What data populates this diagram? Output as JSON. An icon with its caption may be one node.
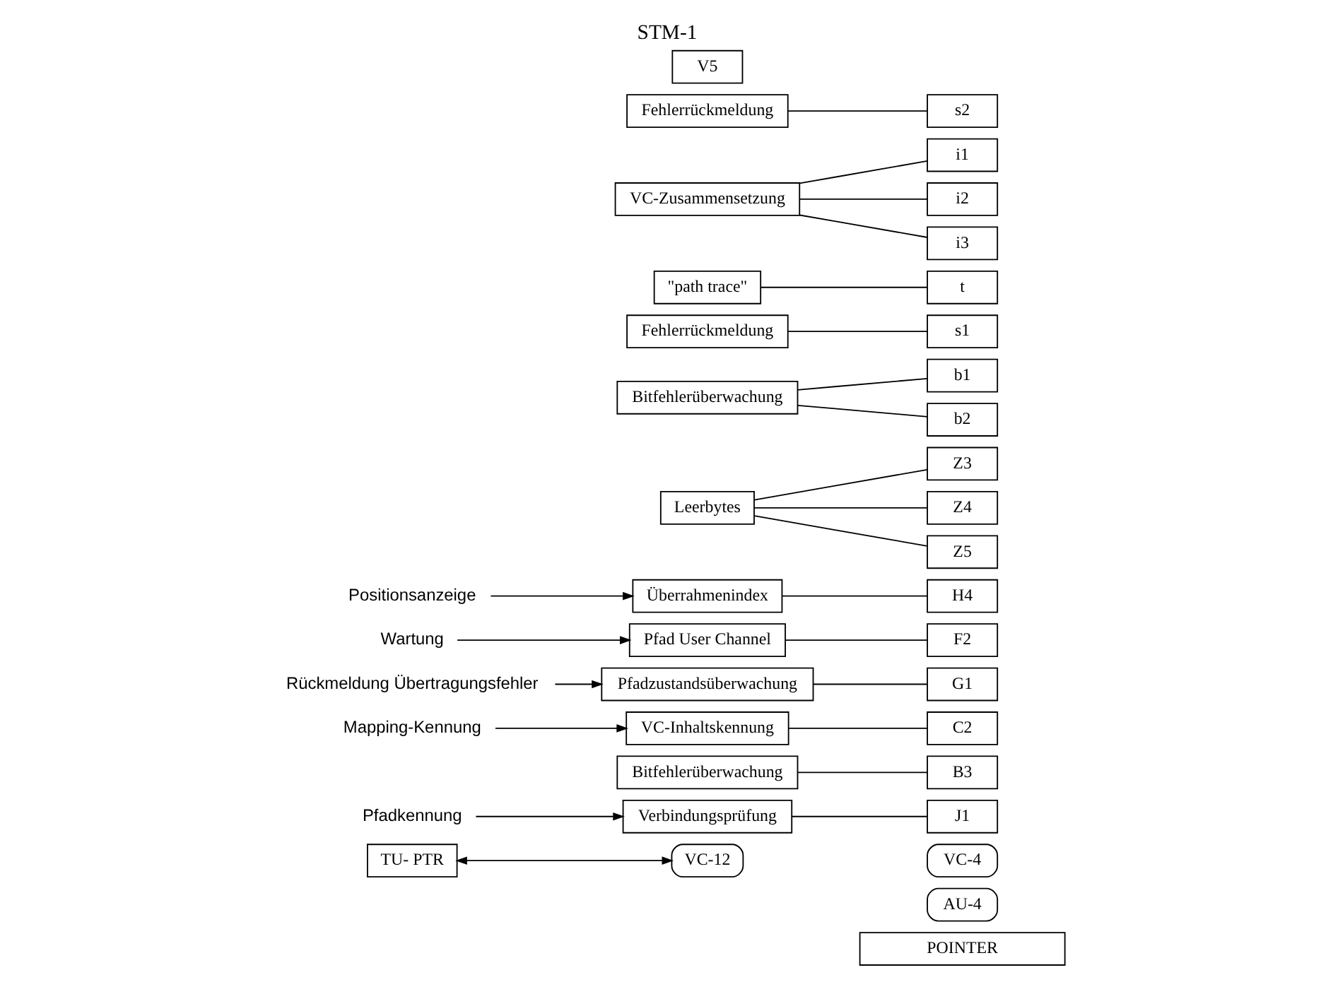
{
  "diagram": {
    "title": "STM-1",
    "nodes": [
      {
        "text": [
          "POINTER"
        ]
      },
      {
        "text": [
          "AU-4"
        ]
      },
      {
        "text": [
          "VC-4"
        ]
      },
      {
        "text": [
          "TU- PTR"
        ]
      },
      {
        "text": [
          "J1"
        ]
      },
      {
        "text": [
          "B3"
        ]
      },
      {
        "text": [
          "C2"
        ]
      },
      {
        "text": [
          "G1"
        ]
      },
      {
        "text": [
          "F2"
        ]
      },
      {
        "text": [
          "H4"
        ]
      },
      {
        "text": [
          "Z3"
        ]
      },
      {
        "text": [
          "Z4"
        ]
      },
      {
        "text": [
          "Z5"
        ]
      },
      {
        "text": [
          "VC-12"
        ]
      },
      {
        "text": [
          "b1"
        ]
      },
      {
        "text": [
          "b2"
        ]
      },
      {
        "text": [
          "s1"
        ]
      },
      {
        "text": [
          "t"
        ]
      },
      {
        "text": [
          "i1"
        ]
      },
      {
        "text": [
          "i2"
        ]
      },
      {
        "text": [
          "i3"
        ]
      },
      {
        "text": [
          "s2"
        ]
      },
      {
        "text": [
          "Pfadkennung"
        ]
      },
      {
        "text": [
          "Mapping-Kennung"
        ]
      },
      {
        "text": [
          "Rückmeldung Übertragungsfehler"
        ]
      },
      {
        "text": [
          "Wartung"
        ]
      },
      {
        "text": [
          "Positionsanzeige"
        ]
      },
      {
        "text": [
          "Verbindungsprüfung"
        ]
      },
      {
        "text": [
          "Bitfehlerüberwachung"
        ]
      },
      {
        "text": [
          "VC-Inhaltskennung"
        ]
      },
      {
        "text": [
          "Pfadzustandsüberwachung"
        ]
      },
      {
        "text": [
          "Pfad User Channel"
        ]
      },
      {
        "text": [
          "Überrahmenindex"
        ]
      },
      {
        "text": [
          "Leerbytes"
        ]
      },
      {
        "text": [
          "Bitfehlerüberwachung"
        ]
      },
      {
        "text": [
          "Fehlerrückmeldung"
        ]
      },
      {
        "text": [
          "\"path trace\""
        ]
      },
      {
        "text": [
          "VC-Zusammensetzung"
        ]
      },
      {
        "text": [
          "V5"
        ]
      },
      {
        "text": [
          "Fehlerrückmeldung"
        ]
      }
    ],
    "edges": [
      {
        "from": 22,
        "to": 27,
        "arrow": "to"
      },
      {
        "from": 23,
        "to": 29,
        "arrow": "to"
      },
      {
        "from": 24,
        "to": 30,
        "arrow": "to"
      },
      {
        "from": 25,
        "to": 31,
        "arrow": "to"
      },
      {
        "from": 26,
        "to": 32,
        "arrow": "to"
      },
      {
        "from": 27,
        "to": 4,
        "arrow": "none"
      },
      {
        "from": 28,
        "to": 5,
        "arrow": "none"
      },
      {
        "from": 29,
        "to": 6,
        "arrow": "none"
      },
      {
        "from": 30,
        "to": 7,
        "arrow": "none"
      },
      {
        "from": 31,
        "to": 8,
        "arrow": "none"
      },
      {
        "from": 32,
        "to": 9,
        "arrow": "none"
      },
      {
        "from": 33,
        "to": 10,
        "arrow": "none"
      },
      {
        "from": 33,
        "to": 11,
        "arrow": "none"
      },
      {
        "from": 33,
        "to": 12,
        "arrow": "none"
      },
      {
        "from": 3,
        "to": 13,
        "arrow": "both"
      },
      {
        "from": 34,
        "to": 14,
        "arrow": "none"
      },
      {
        "from": 34,
        "to": 15,
        "arrow": "none"
      },
      {
        "from": 35,
        "to": 16,
        "arrow": "none"
      },
      {
        "from": 36,
        "to": 17,
        "arrow": "none"
      },
      {
        "from": 37,
        "to": 18,
        "arrow": "none"
      },
      {
        "from": 37,
        "to": 19,
        "arrow": "none"
      },
      {
        "from": 37,
        "to": 20,
        "arrow": "none"
      },
      {
        "from": 39,
        "to": 21,
        "arrow": "none"
      }
    ]
  }
}
